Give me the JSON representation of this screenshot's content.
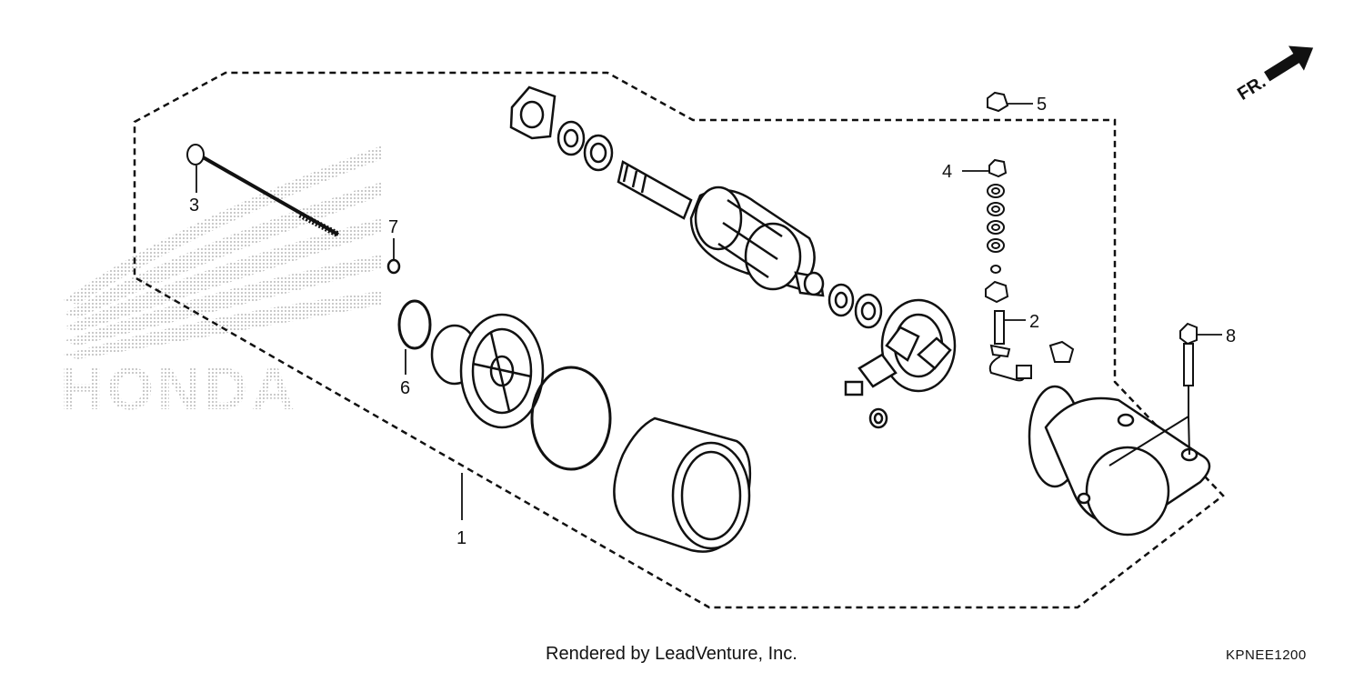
{
  "callouts": {
    "c1": "1",
    "c2": "2",
    "c3": "3",
    "c4": "4",
    "c5": "5",
    "c6": "6",
    "c7": "7",
    "c8": "8"
  },
  "direction_label": "FR.",
  "watermark_text": "HONDA",
  "footer": {
    "credit": "Rendered by LeadVenture, Inc.",
    "code": "KPNEE1200"
  }
}
